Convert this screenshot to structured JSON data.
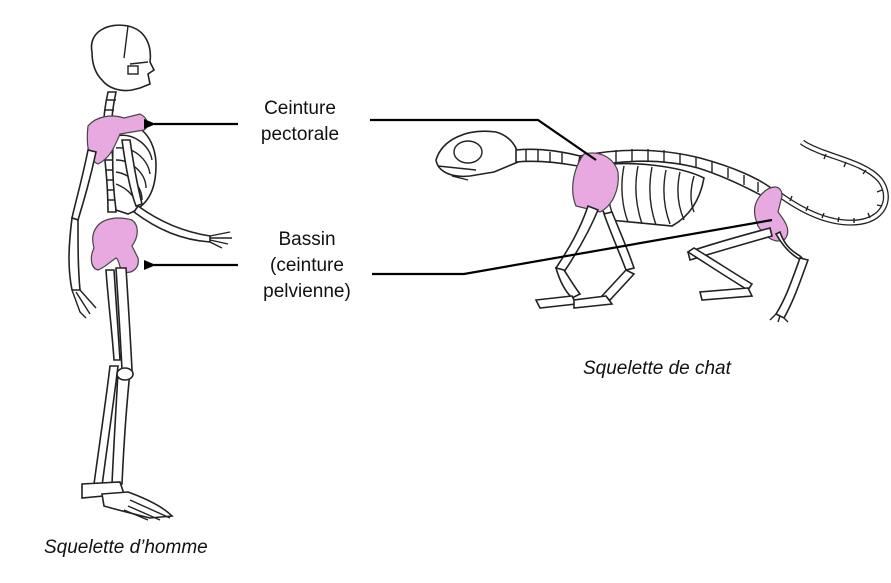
{
  "labels": {
    "pectoral_line1": "Ceinture",
    "pectoral_line2": "pectorale",
    "pelvis_line1": "Bassin",
    "pelvis_line2": "(ceinture",
    "pelvis_line3": "pelvienne)"
  },
  "captions": {
    "human": "Squelette d’homme",
    "cat": "Squelette de chat"
  },
  "colors": {
    "highlight": "#e8a8e0",
    "line": "#000000"
  }
}
